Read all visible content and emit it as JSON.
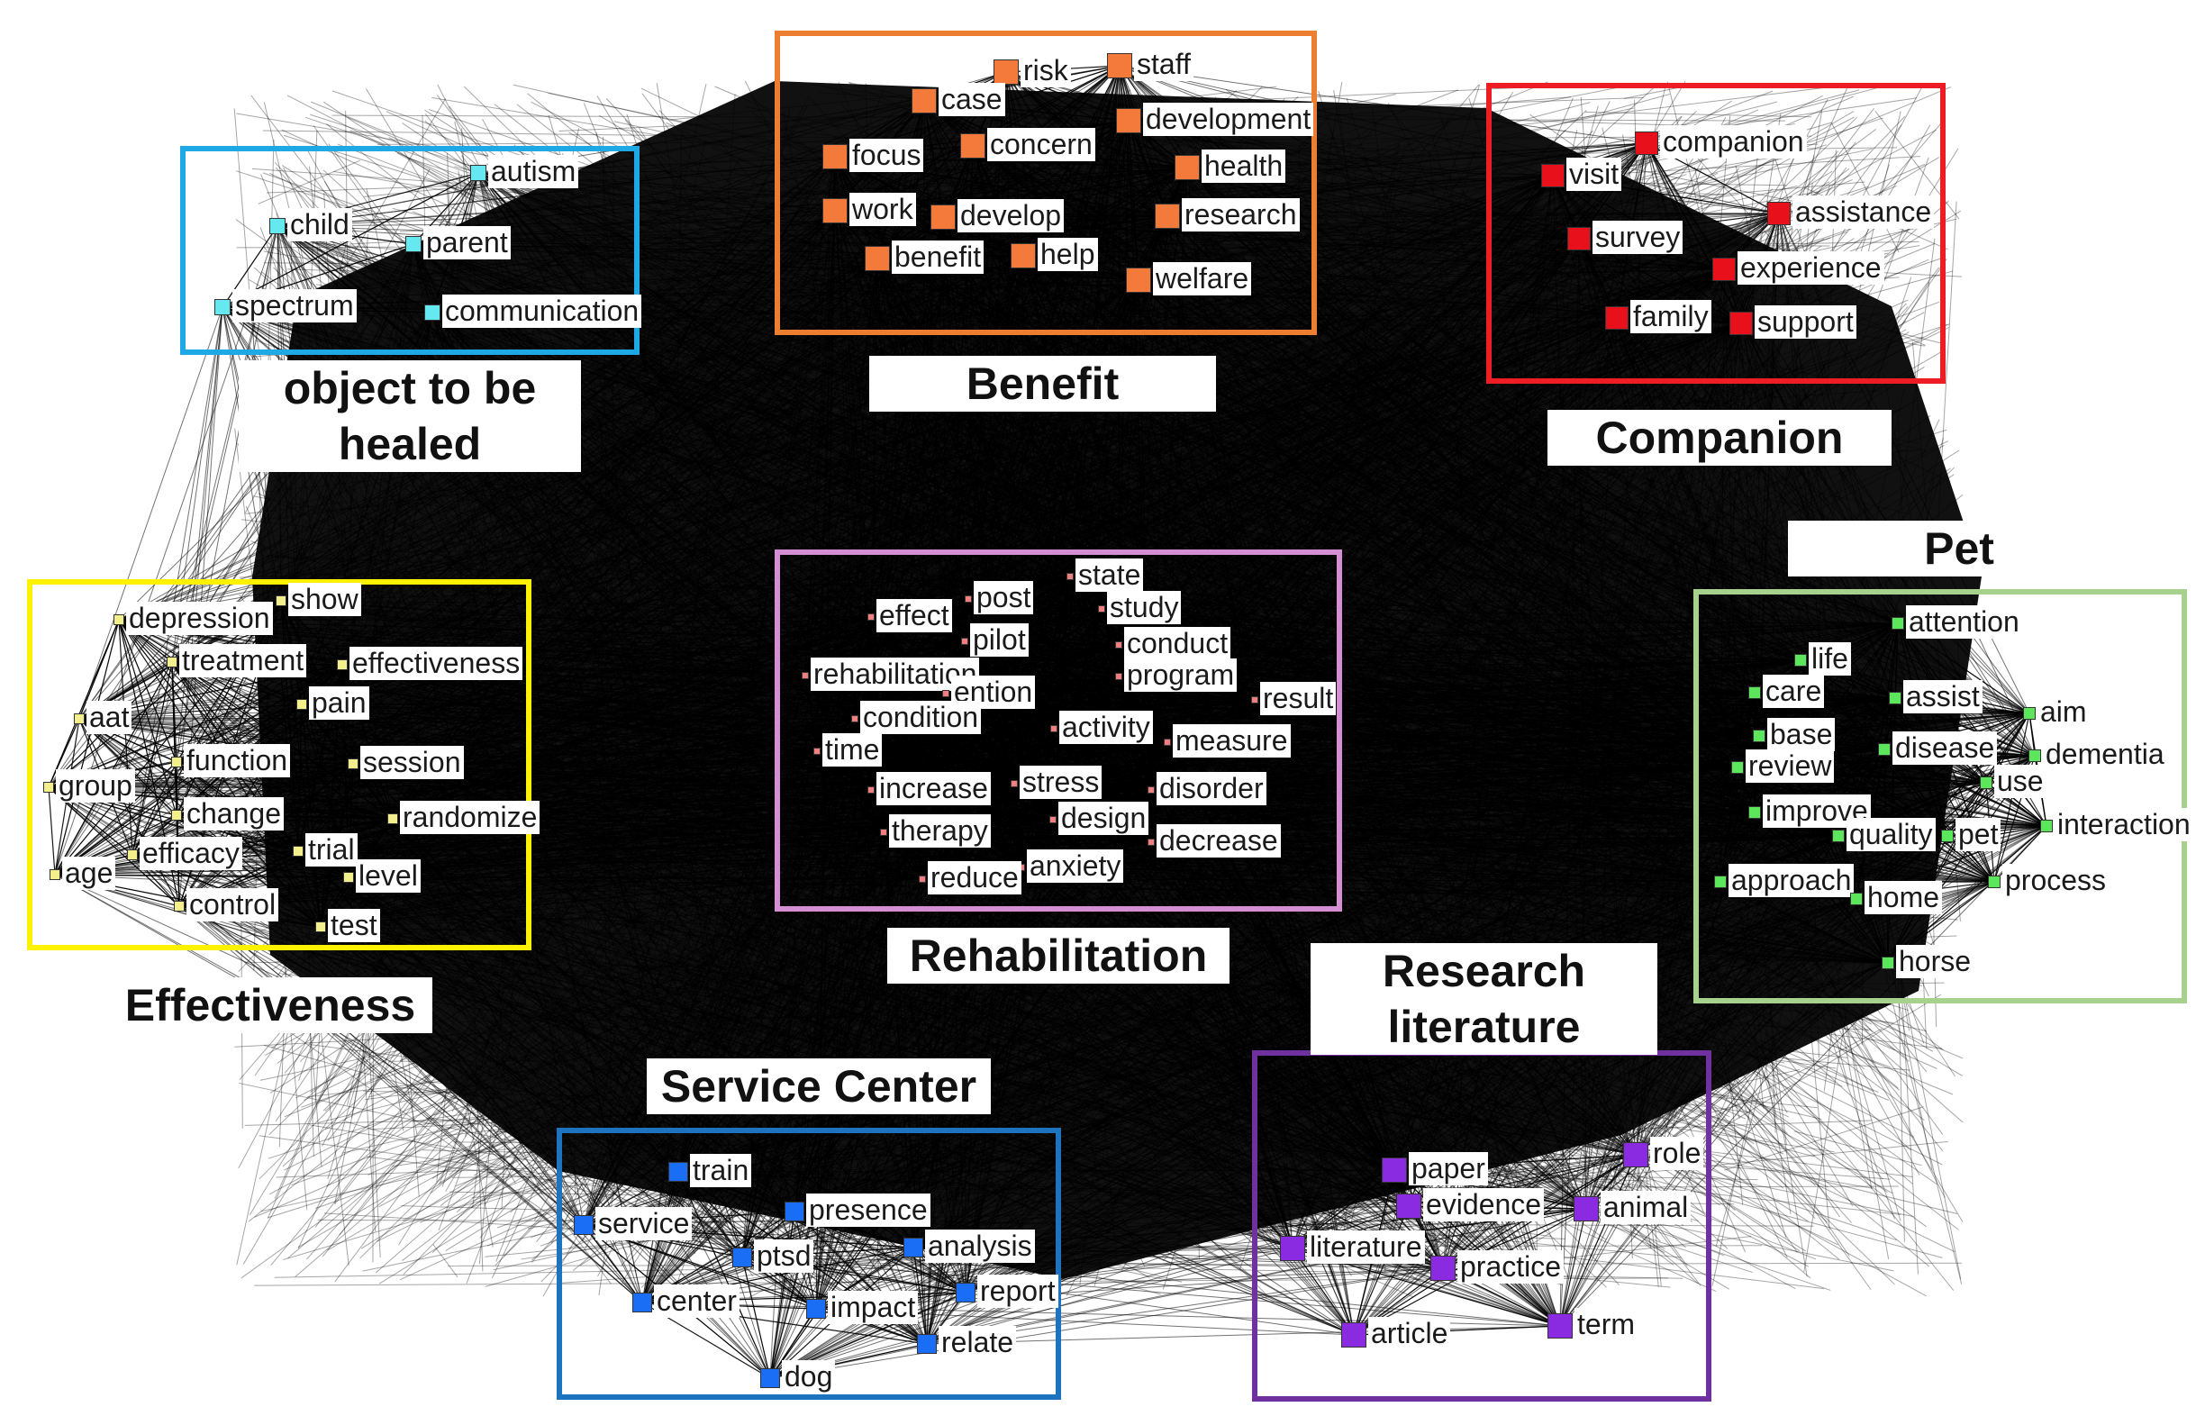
{
  "clusters": [
    {
      "id": "object",
      "title": "object to be healed",
      "color": "#1fa8e6",
      "node_color": "#66e8f0",
      "words": [
        "autism",
        "child",
        "parent",
        "spectrum",
        "communication"
      ]
    },
    {
      "id": "benefit",
      "title": "Benefit",
      "color": "#ed7d31",
      "node_color": "#f47a3c",
      "words": [
        "risk",
        "staff",
        "case",
        "development",
        "focus",
        "concern",
        "health",
        "work",
        "develop",
        "research",
        "benefit",
        "help",
        "welfare"
      ]
    },
    {
      "id": "companion",
      "title": "Companion",
      "color": "#ee1c24",
      "node_color": "#e8101a",
      "words": [
        "companion",
        "visit",
        "assistance",
        "survey",
        "experience",
        "family",
        "support"
      ]
    },
    {
      "id": "effectiveness",
      "title": "Effectiveness",
      "color": "#fff200",
      "node_color": "#f2ef8c",
      "words": [
        "show",
        "depression",
        "treatment",
        "effectiveness",
        "aat",
        "pain",
        "function",
        "session",
        "group",
        "change",
        "randomize",
        "efficacy",
        "trial",
        "age",
        "level",
        "control",
        "test"
      ]
    },
    {
      "id": "rehabilitation",
      "title": "Rehabilitation",
      "color": "#d48fd4",
      "node_color": "#f08080",
      "words": [
        "state",
        "post",
        "study",
        "effect",
        "pilot",
        "conduct",
        "program",
        "rehabilitation",
        "ention",
        "result",
        "condition",
        "activity",
        "measure",
        "time",
        "increase",
        "stress",
        "disorder",
        "design",
        "therapy",
        "decrease",
        "anxiety",
        "reduce"
      ]
    },
    {
      "id": "pet",
      "title": "Pet",
      "color": "#a9d18e",
      "node_color": "#5ce65c",
      "words": [
        "attention",
        "life",
        "care",
        "assist",
        "aim",
        "base",
        "review",
        "disease",
        "dementia",
        "use",
        "improve",
        "quality",
        "pet",
        "interaction",
        "approach",
        "process",
        "home",
        "horse"
      ]
    },
    {
      "id": "research",
      "title": "Research literature",
      "color": "#7030a0",
      "node_color": "#8a2be2",
      "words": [
        "role",
        "paper",
        "evidence",
        "animal",
        "literature",
        "practice",
        "article",
        "term"
      ]
    },
    {
      "id": "service",
      "title": "Service Center",
      "color": "#1e73be",
      "node_color": "#1a6ef5",
      "words": [
        "train",
        "service",
        "presence",
        "analysis",
        "ptsd",
        "center",
        "impact",
        "report",
        "relate",
        "dog"
      ]
    }
  ]
}
